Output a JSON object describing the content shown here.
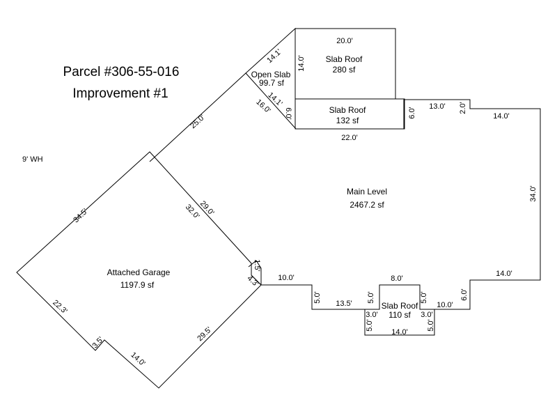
{
  "header": {
    "parcel": "Parcel #306-55-016",
    "improvement": "Improvement #1"
  },
  "note": "9' WH",
  "areas": {
    "main_level": {
      "name": "Main Level",
      "area": "2467.2 sf"
    },
    "garage": {
      "name": "Attached Garage",
      "area": "1197.9 sf"
    },
    "slab_roof_top": {
      "name": "Slab Roof",
      "area": "280 sf"
    },
    "slab_roof_mid": {
      "name": "Slab Roof",
      "area": "132 sf"
    },
    "open_slab": {
      "name": "Open Slab",
      "area": "99.7 sf"
    },
    "slab_roof_bottom": {
      "name": "Slab Roof",
      "area": "110 sf"
    }
  },
  "dimensions": {
    "d_20": "20.0'",
    "d_14_top": "14.0'",
    "d_14_1a": "14.1'",
    "d_14_1b": "14.1'",
    "d_16": "16.0'",
    "d_6_left": "6.0'",
    "d_6_right": "6.0'",
    "d_13": "13.0'",
    "d_2": "2.0'",
    "d_14_right": "14.0'",
    "d_22": "22.0'",
    "d_25": "25.0'",
    "d_34": "34.0'",
    "d_29": "29.0'",
    "d_32": "32.0'",
    "d_34_5": "34.5'",
    "d_1_5": "1.5'",
    "d_4_3": "4.3'",
    "d_10_left": "10.0'",
    "d_5_a": "5.0'",
    "d_13_5": "13.5'",
    "d_5_b": "5.0'",
    "d_8": "8.0'",
    "d_5_c": "5.0'",
    "d_10_right": "10.0'",
    "d_6_lower": "6.0'",
    "d_14_lower": "14.0'",
    "d_3_a": "3.0'",
    "d_3_b": "3.0'",
    "d_5_d": "5.0'",
    "d_5_e": "5.0'",
    "d_14_bottom": "14.0'",
    "d_22_3": "22.3'",
    "d_3_5": "3.5'",
    "d_14_garage": "14.0'",
    "d_29_5": "29.5'"
  }
}
